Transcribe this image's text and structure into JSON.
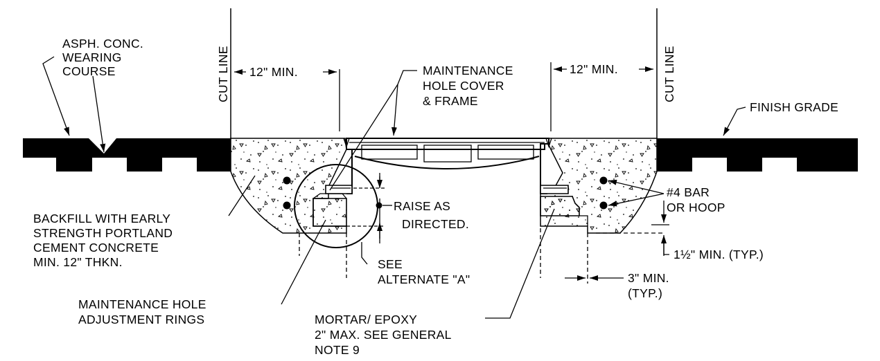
{
  "labels": {
    "asph_1": "ASPH. CONC.",
    "asph_2": "WEARING",
    "asph_3": "COURSE",
    "cut_line_left": "CUT LINE",
    "cut_line_right": "CUT LINE",
    "min12_left": "12\" MIN.",
    "min12_right": "12\" MIN.",
    "cover_1": "MAINTENANCE",
    "cover_2": "HOLE  COVER",
    "cover_3": "& FRAME",
    "finish_grade": "FINISH  GRADE",
    "backfill_1": "BACKFILL WITH EARLY",
    "backfill_2": "STRENGTH  PORTLAND",
    "backfill_3": "CEMENT  CONCRETE",
    "backfill_4": "MIN. 12\" THKN.",
    "raise_1": "RAISE AS",
    "raise_2": "DIRECTED.",
    "bar_1": "#4  BAR",
    "bar_2": "OR  HOOP",
    "min15": "1½\" MIN. (TYP.)",
    "see_1": "SEE",
    "see_2": "ALTERNATE \"A\"",
    "min3_1": "3\" MIN.",
    "min3_2": "(TYP.)",
    "rings_1": "MAINTENANCE  HOLE",
    "rings_2": "ADJUSTMENT RINGS",
    "mortar_1": "MORTAR/ EPOXY",
    "mortar_2": "2\" MAX. SEE  GENERAL",
    "mortar_3": "NOTE  9"
  }
}
